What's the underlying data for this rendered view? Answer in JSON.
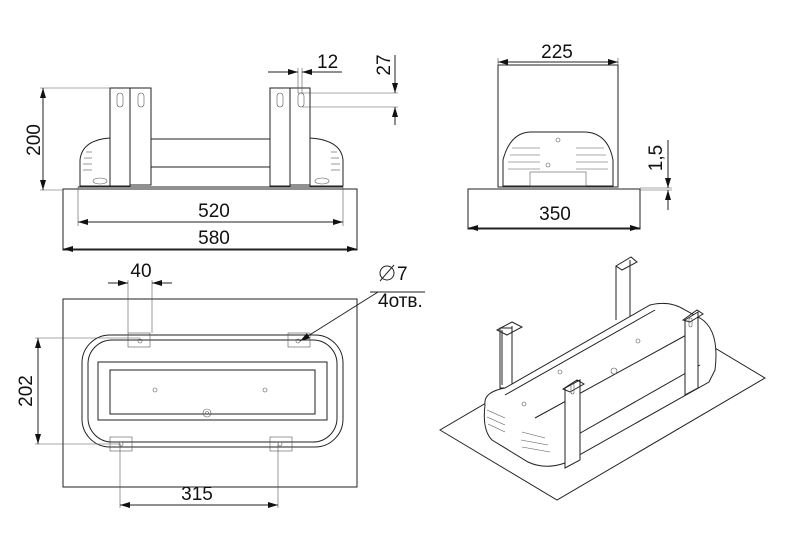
{
  "front_view": {
    "height": "200",
    "slot_width": "12",
    "slot_height": "27",
    "body_length": "520",
    "plate_length": "580"
  },
  "side_view": {
    "frame_width": "225",
    "plate_thickness": "1,5",
    "plate_width": "350"
  },
  "plan_view": {
    "bracket_width": "40",
    "hole_diameter": "7",
    "hole_count": "4отв.",
    "hole_spacing_y": "202",
    "hole_spacing_x": "315"
  },
  "colors": {
    "line": "#222222",
    "background": "#ffffff"
  }
}
